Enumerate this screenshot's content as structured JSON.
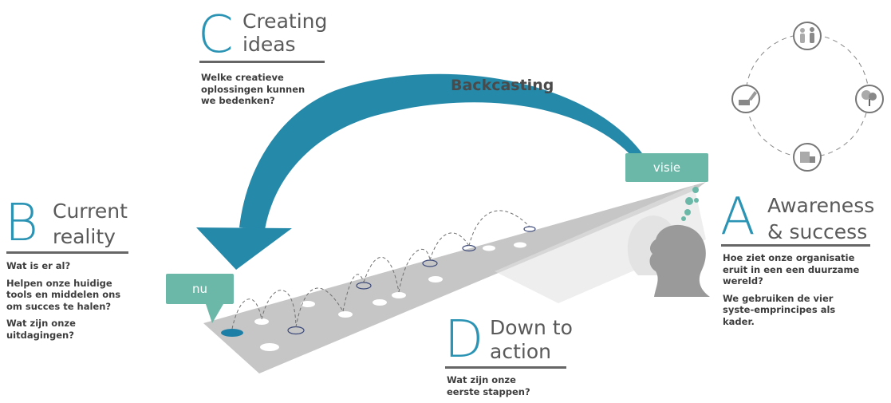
{
  "backcasting_label": "Backcasting",
  "bubble_now": "nu",
  "bubble_vision": "visie",
  "steps": {
    "A": {
      "letter": "A",
      "title_line1": "Awareness",
      "title_line2": "& success",
      "questions": [
        "Hoe ziet onze organisatie eruit in een een duurzame wereld?",
        "We gebruiken de vier syste-emprincipes als kader."
      ]
    },
    "B": {
      "letter": "B",
      "title_line1": "Current",
      "title_line2": "reality",
      "questions": [
        "Wat is er al?",
        "Helpen onze huidige tools en middelen ons om succes te halen?",
        "Wat zijn onze uitdagingen?"
      ]
    },
    "C": {
      "letter": "C",
      "title_line1": "Creating",
      "title_line2": "ideas",
      "questions": [
        "Welke creatieve oplossingen kunnen we bedenken?"
      ]
    },
    "D": {
      "letter": "D",
      "title_line1": "Down to",
      "title_line2": "action",
      "questions": [
        "Wat zijn onze eerste stappen?"
      ]
    }
  },
  "icons": [
    "people-icon",
    "tree-icon",
    "factory-icon",
    "excavator-icon"
  ],
  "colors": {
    "accent": "#2b93b4",
    "bubble": "#6cb8a8",
    "road": "#c9c9c9"
  }
}
